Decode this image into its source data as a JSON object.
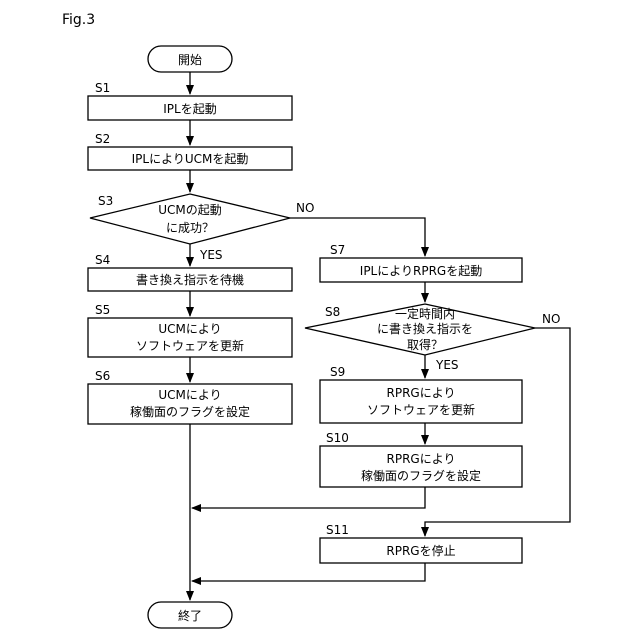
{
  "figure_label": "Fig.3",
  "nodes": {
    "start": {
      "text": "開始"
    },
    "s1": {
      "step": "S1",
      "text": "IPLを起動"
    },
    "s2": {
      "step": "S2",
      "text": "IPLによりUCMを起動"
    },
    "s3": {
      "step": "S3",
      "line1": "UCMの起動",
      "line2": "に成功？"
    },
    "s4": {
      "step": "S4",
      "text": "書き換え指示を待機"
    },
    "s5": {
      "step": "S5",
      "line1": "UCMにより",
      "line2": "ソフトウェアを更新"
    },
    "s6": {
      "step": "S6",
      "line1": "UCMにより",
      "line2": "稼働面のフラグを設定"
    },
    "s7": {
      "step": "S7",
      "text": "IPLによりRPRGを起動"
    },
    "s8": {
      "step": "S8",
      "line1": "一定時間内",
      "line2": "に書き換え指示を",
      "line3": "取得？"
    },
    "s9": {
      "step": "S9",
      "line1": "RPRGにより",
      "line2": "ソフトウェアを更新"
    },
    "s10": {
      "step": "S10",
      "line1": "RPRGにより",
      "line2": "稼働面のフラグを設定"
    },
    "s11": {
      "step": "S11",
      "text": "RPRGを停止"
    },
    "end": {
      "text": "終了"
    }
  },
  "branches": {
    "s3_yes": "YES",
    "s3_no": "NO",
    "s8_yes": "YES",
    "s8_no": "NO"
  }
}
